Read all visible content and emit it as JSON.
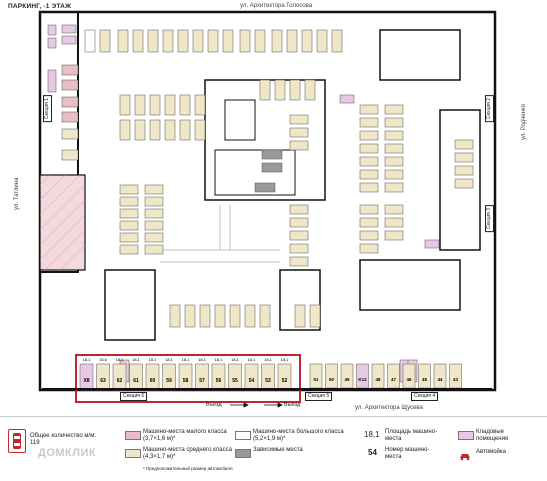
{
  "title": "ПАРКИНГ, -1 ЭТАЖ",
  "streets": {
    "top": "ул. Архитектора Голосова",
    "bottom": "ул. Архитектора Щусева",
    "left": "ул. Татлина",
    "right": "ул. Родченко"
  },
  "sections": {
    "s1": "Секция 1",
    "s2": "Секция 2",
    "s3": "Секция 3",
    "s4": "Секция 4",
    "s5": "Секция 5",
    "s6": "Секция 6"
  },
  "entry_exit": "Въезд",
  "exit_label": "Выезд",
  "colors": {
    "small_class": "#e9bdc6",
    "medium_class": "#f0e6c8",
    "large_class": "#ffffff",
    "dependent": "#9a9a9a",
    "storage": "#e7c9e5",
    "highlight": "#c0262d",
    "wall": "#111111"
  },
  "bottom_row": {
    "area_labels": [
      "18,1",
      "15,6",
      "18,1",
      "18,1",
      "18,1",
      "18,1",
      "18,1",
      "18,1",
      "18,1",
      "18,1",
      "18,1",
      "18,1",
      "18,1"
    ],
    "spots": [
      "X8",
      "63",
      "62",
      "61",
      "60",
      "59",
      "58",
      "57",
      "56",
      "55",
      "54",
      "53",
      "52"
    ]
  },
  "bottom_right_row": {
    "spots": [
      "51",
      "50",
      "49",
      "K12",
      "48",
      "47",
      "46",
      "45",
      "44",
      "43"
    ]
  },
  "legend": {
    "total_label": "Общее количество м/м: 119",
    "small_label": "Машино-места малого класса (3,7×1,6 м)*",
    "medium_label": "Машино-места среднего класса (4,3×1,7 м)*",
    "medium_note": "* Предположительный размер автомобиля",
    "large_label": "Машино-места большого класса (5,2×1,9 м)*",
    "dependent_label": "Зависимые места",
    "area_value": "18,1",
    "area_label": "Площадь машино-места",
    "number_value": "54",
    "number_label": "Номер машино-места",
    "storage_label": "Кладовые помещения",
    "car_label": "Автомойка"
  },
  "watermark": "ДОМКЛИК"
}
